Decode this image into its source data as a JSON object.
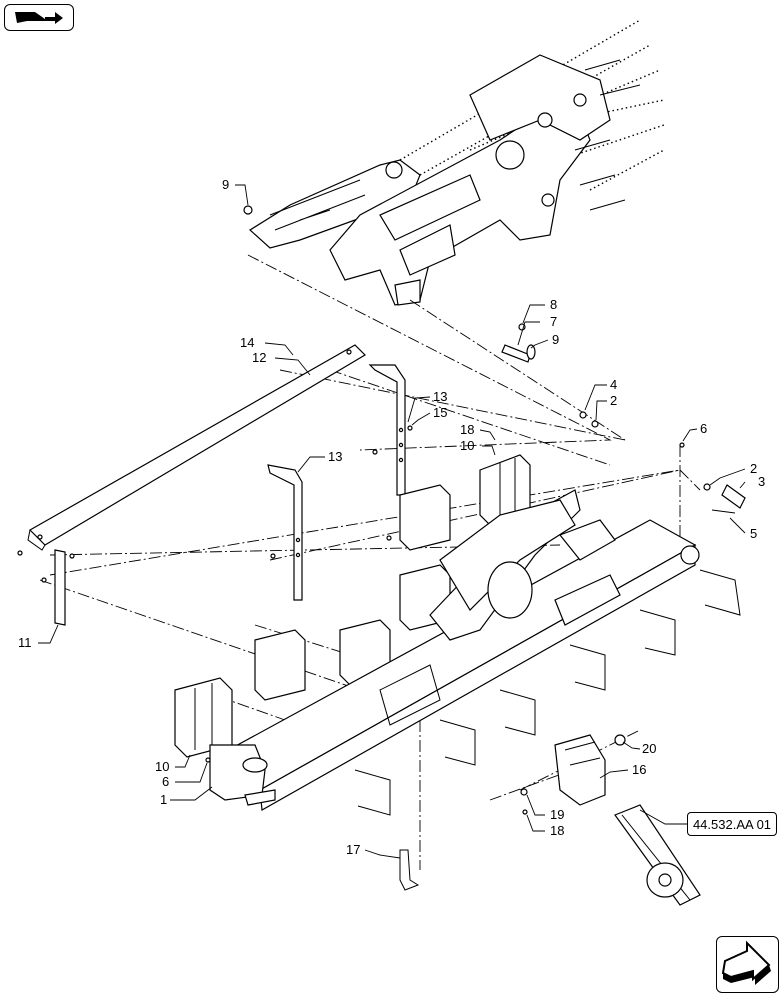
{
  "nav": {
    "back_icon": "back-arrow-icon",
    "forward_icon": "forward-arrow-icon"
  },
  "reference": {
    "label": "44.532.AA 01"
  },
  "callouts": [
    {
      "id": "c9a",
      "text": "9"
    },
    {
      "id": "c8",
      "text": "8"
    },
    {
      "id": "c7",
      "text": "7"
    },
    {
      "id": "c9b",
      "text": "9"
    },
    {
      "id": "c14",
      "text": "14"
    },
    {
      "id": "c12",
      "text": "12"
    },
    {
      "id": "c13a",
      "text": "13"
    },
    {
      "id": "c15",
      "text": "15"
    },
    {
      "id": "c4",
      "text": "4"
    },
    {
      "id": "c2a",
      "text": "2"
    },
    {
      "id": "c18a",
      "text": "18"
    },
    {
      "id": "c10a",
      "text": "10"
    },
    {
      "id": "c6a",
      "text": "6"
    },
    {
      "id": "c13b",
      "text": "13"
    },
    {
      "id": "c2b",
      "text": "2"
    },
    {
      "id": "c3",
      "text": "3"
    },
    {
      "id": "c5",
      "text": "5"
    },
    {
      "id": "c11",
      "text": "11"
    },
    {
      "id": "c10b",
      "text": "10"
    },
    {
      "id": "c6b",
      "text": "6"
    },
    {
      "id": "c1",
      "text": "1"
    },
    {
      "id": "c20",
      "text": "20"
    },
    {
      "id": "c16",
      "text": "16"
    },
    {
      "id": "c19",
      "text": "19"
    },
    {
      "id": "c18b",
      "text": "18"
    },
    {
      "id": "c17",
      "text": "17"
    }
  ]
}
